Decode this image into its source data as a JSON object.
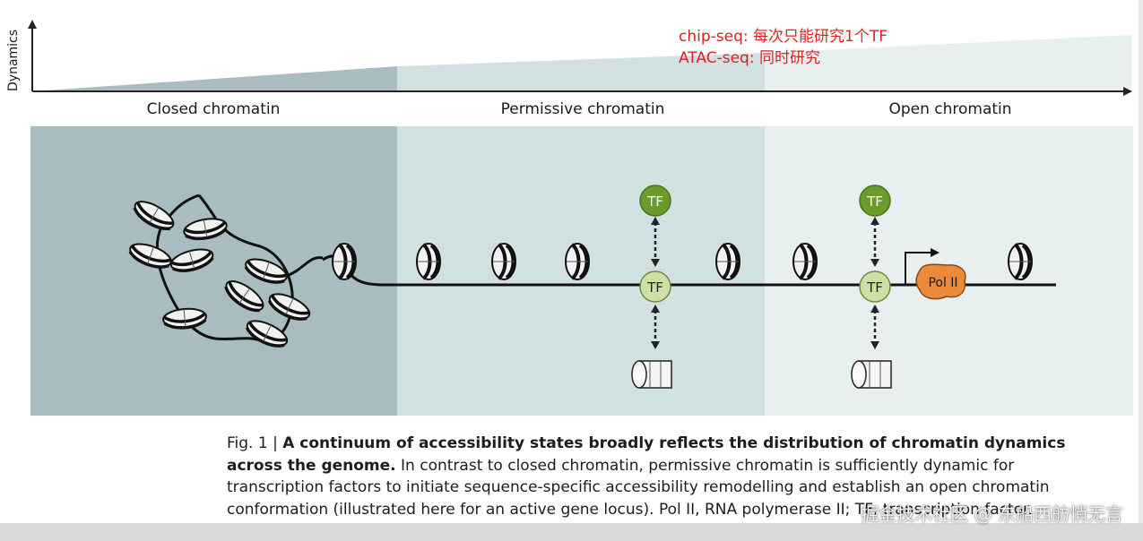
{
  "axis": {
    "y_label": "Dynamics"
  },
  "sections": [
    {
      "label": "Closed chromatin"
    },
    {
      "label": "Permissive chromatin"
    },
    {
      "label": "Open chromatin"
    }
  ],
  "annotations": {
    "line1": "chip-seq: 每次只能研究1个TF",
    "line2": "ATAC-seq: 同时研究"
  },
  "diagram_labels": {
    "tf": "TF",
    "pol": "Pol II"
  },
  "caption": {
    "fig": "Fig. 1 | ",
    "title": "A continuum of accessibility states broadly reflects the distribution of chromatin dynamics across the genome.",
    "body": " In contrast to closed chromatin, permissive chromatin is sufficiently dynamic for transcription factors to initiate sequence-specific accessibility remodelling and establish an open chromatin conformation (illustrated here for an active gene locus). Pol II, RNA polymerase II; TF, transcription factor."
  },
  "watermark": "掘金技术社区 @ 东船西舫悄无言",
  "colors": {
    "closed": "#a8bcc1",
    "permissive": "#d1e0e1",
    "open": "#e8efef",
    "tf_dark": "#6a9a2a",
    "tf_light": "#cfe0a6",
    "pol": "#ea8a3a",
    "annotation": "#e02020"
  }
}
